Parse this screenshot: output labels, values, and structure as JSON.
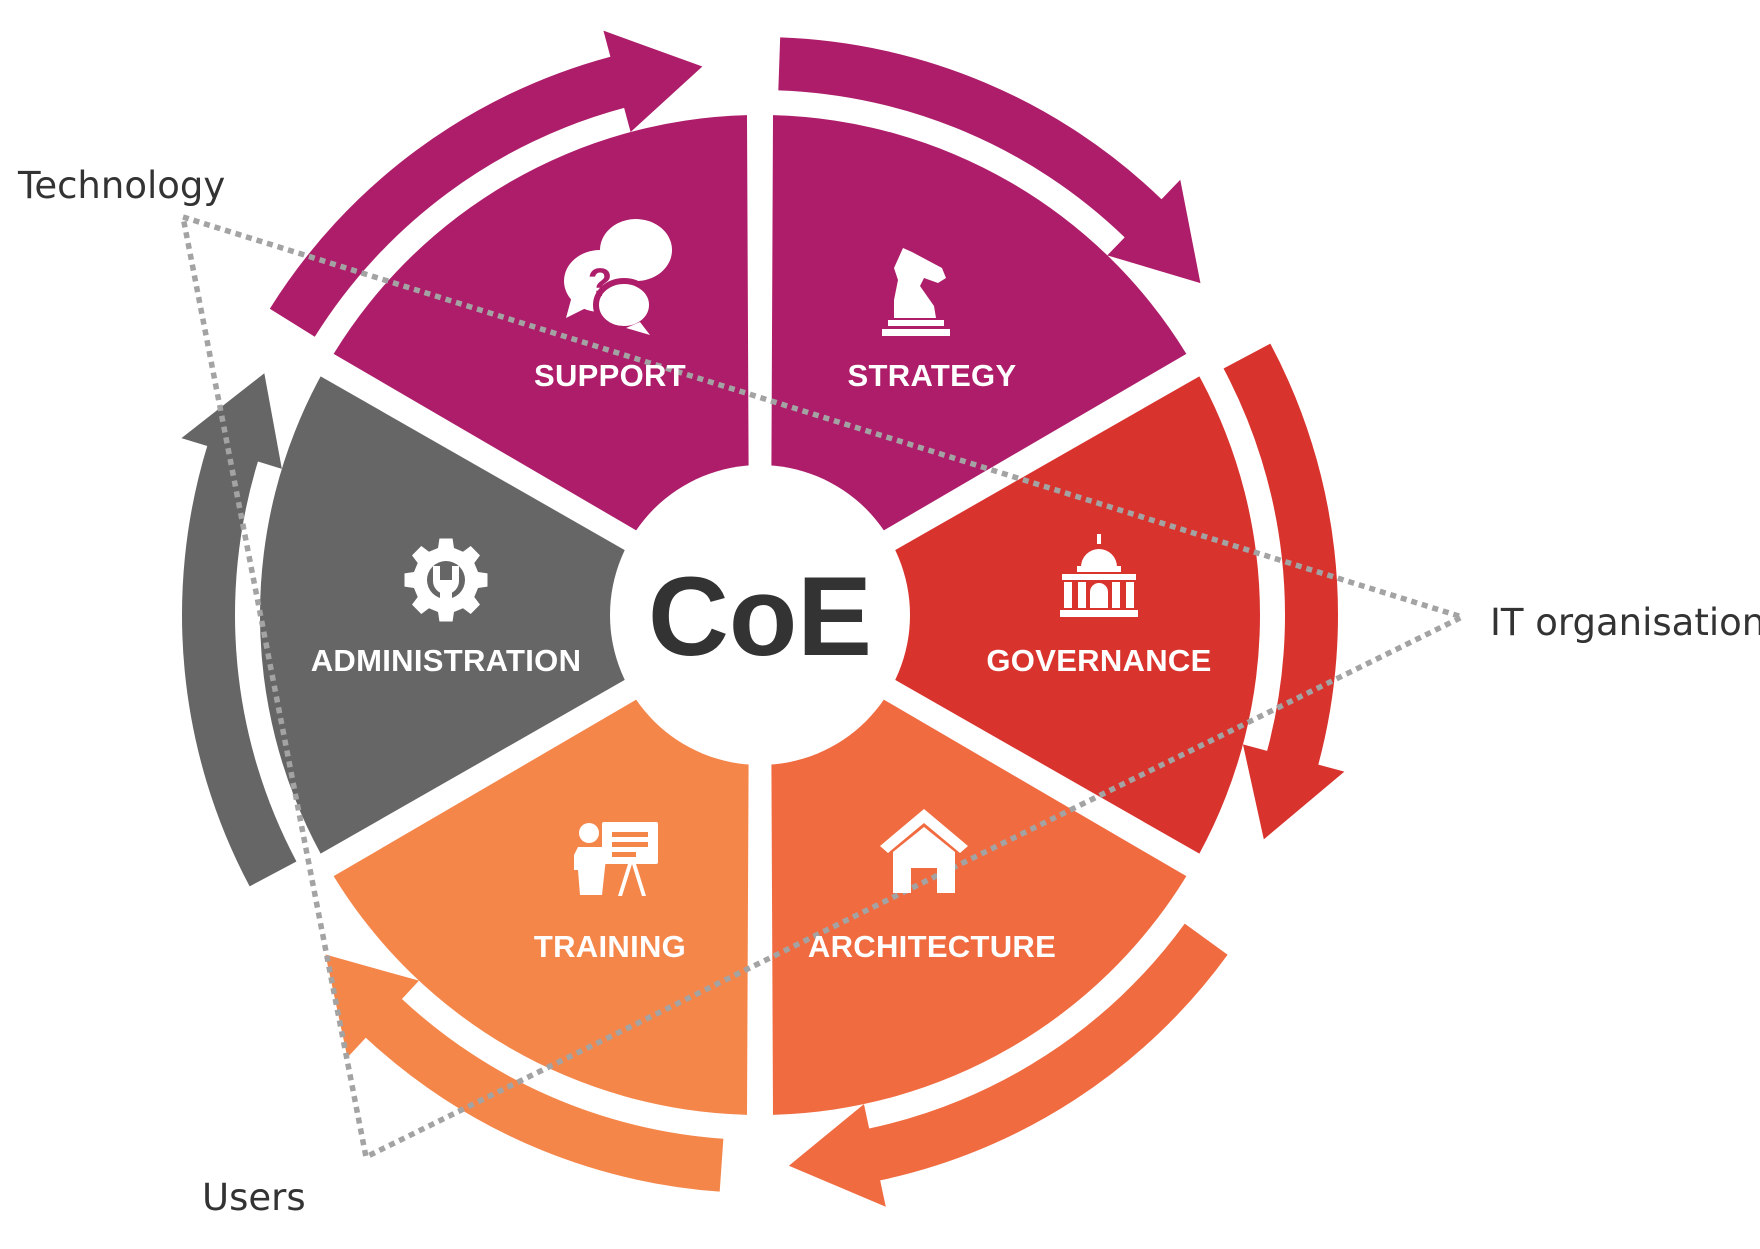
{
  "center": {
    "label": "CoE"
  },
  "segments": [
    {
      "id": "support",
      "label": "SUPPORT",
      "icon": "chat-question-icon",
      "color": "#ad1d6a"
    },
    {
      "id": "strategy",
      "label": "STRATEGY",
      "icon": "chess-knight-icon",
      "color": "#ad1d6a"
    },
    {
      "id": "governance",
      "label": "GOVERNANCE",
      "icon": "government-building-icon",
      "color": "#d9332e"
    },
    {
      "id": "architecture",
      "label": "ARCHITECTURE",
      "icon": "house-icon",
      "color": "#f06b40"
    },
    {
      "id": "training",
      "label": "TRAINING",
      "icon": "presentation-icon",
      "color": "#f5864a"
    },
    {
      "id": "administration",
      "label": "ADMINISTRATION",
      "icon": "gear-wrench-icon",
      "color": "#666666"
    }
  ],
  "arrows": [
    {
      "id": "arrow-top-left",
      "color": "#ad1d6a"
    },
    {
      "id": "arrow-top-right",
      "color": "#ad1d6a"
    },
    {
      "id": "arrow-right",
      "color": "#d9332e"
    },
    {
      "id": "arrow-bottom-right",
      "color": "#f06b40"
    },
    {
      "id": "arrow-bottom-left",
      "color": "#f5864a"
    },
    {
      "id": "arrow-left",
      "color": "#666666"
    }
  ],
  "triangle": {
    "vertices": [
      "Technology",
      "IT organisation",
      "Users"
    ],
    "line_color": "#a3a3a3"
  },
  "colors": {
    "background": "#ffffff",
    "hub": "#ffffff",
    "text_dark": "#333333",
    "text_light": "#ffffff"
  }
}
